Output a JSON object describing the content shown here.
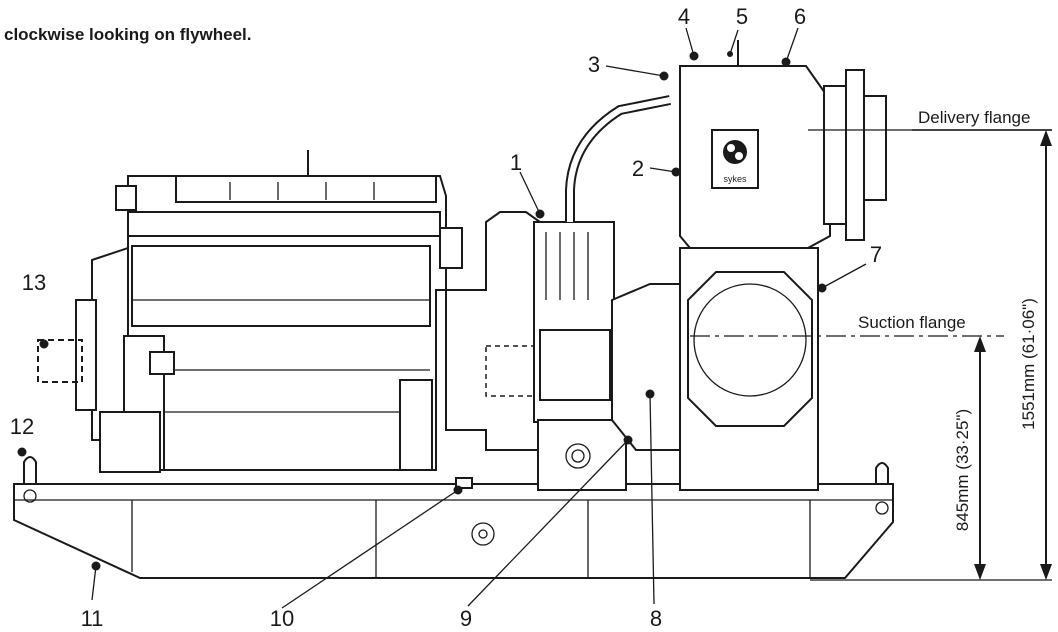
{
  "caption_fragment": "clockwise looking on flywheel.",
  "flanges": {
    "delivery": "Delivery flange",
    "suction": "Suction flange"
  },
  "dimensions": {
    "overall_height": "1551mm (61·06\")",
    "suction_height": "845mm (33·25\")"
  },
  "brand_plate": "sykes",
  "callouts": [
    "1",
    "2",
    "3",
    "4",
    "5",
    "6",
    "7",
    "8",
    "9",
    "10",
    "11",
    "12",
    "13"
  ]
}
